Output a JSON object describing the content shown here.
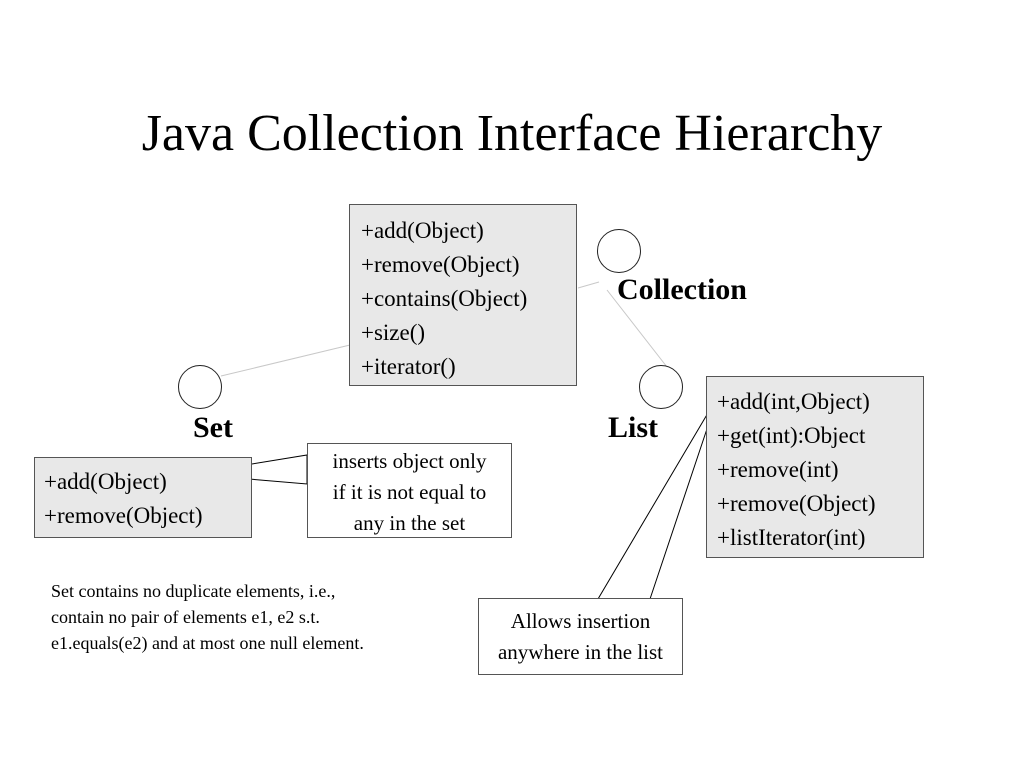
{
  "title": "Java Collection Interface Hierarchy",
  "interfaces": {
    "collection": {
      "name": "Collection",
      "methods": [
        "+add(Object)",
        "+remove(Object)",
        "+contains(Object)",
        "+size()",
        "+iterator()"
      ]
    },
    "set": {
      "name": "Set",
      "methods": [
        "+add(Object)",
        "+remove(Object)"
      ]
    },
    "list": {
      "name": "List",
      "methods": [
        "+add(int,Object)",
        "+get(int):Object",
        "+remove(int)",
        "+remove(Object)",
        "+listIterator(int)"
      ]
    }
  },
  "notes": {
    "set_add": [
      "inserts object only",
      "if it is not equal to",
      "any in the set"
    ],
    "set_description": [
      "Set contains no duplicate elements, i.e.,",
      "contain no pair of elements e1, e2 s.t.",
      "e1.equals(e2) and at most one null element."
    ],
    "list_insert": [
      "Allows insertion",
      "anywhere in the list"
    ]
  },
  "colors": {
    "method_box_fill": "#e8e8e8",
    "box_border": "#555555",
    "connector_line": "#c8c8c8",
    "callout_line": "#000000"
  }
}
